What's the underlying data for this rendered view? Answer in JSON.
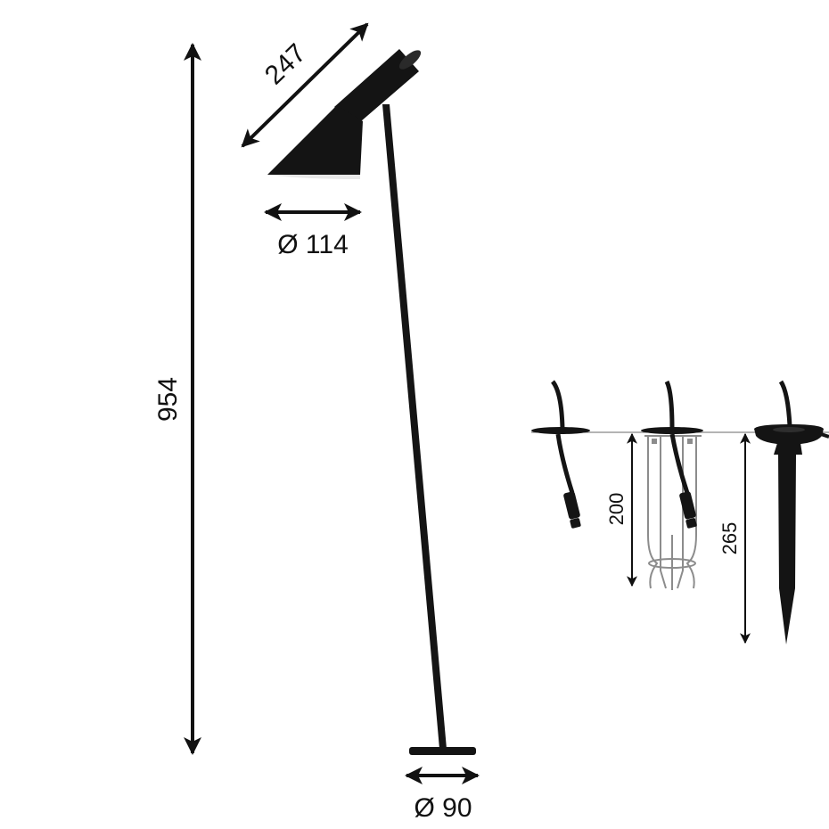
{
  "diagram": {
    "dimensions": {
      "total_height": "954",
      "shade_length": "247",
      "shade_diameter": "Ø 114",
      "base_diameter": "Ø 90",
      "anchor_depth": "200",
      "spike_depth": "265"
    },
    "colors": {
      "lamp_black": "#141414",
      "arrow": "#111111",
      "steel": "#8c8c8c",
      "shade_inner": "#e8e8e8"
    }
  }
}
